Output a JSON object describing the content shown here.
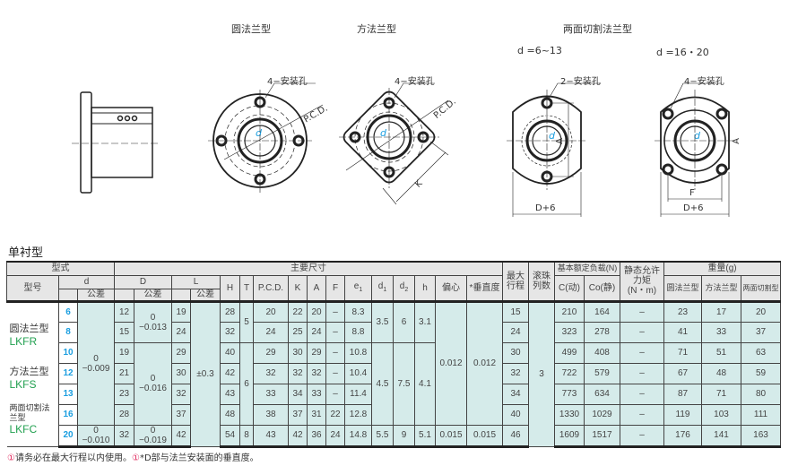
{
  "drawings": {
    "round_title": "圆法兰型",
    "square_title": "方法兰型",
    "cut_title": "两面切割法兰型",
    "cut_small_range": "d =6~13",
    "cut_large_range": "d =16・20",
    "holes4": "4−安装孔",
    "holes2": "2−安装孔",
    "pcd": "P.C.D.",
    "d_sym": "d",
    "k": "K",
    "a": "A",
    "f": "F",
    "d6": "D+6"
  },
  "section_title": "单衬型",
  "header": {
    "type_group": "型式",
    "main_dims": "主要尺寸",
    "model": "型号",
    "d": "d",
    "tol": "公差",
    "D": "D",
    "L": "L",
    "H": "H",
    "T": "T",
    "PCD": "P.C.D.",
    "K": "K",
    "A": "A",
    "F": "F",
    "e1": "e",
    "e1_sub": "1",
    "d1": "d",
    "d1_sub": "1",
    "d2": "d",
    "d2_sub": "2",
    "h": "h",
    "ecc": "偏心",
    "perp": "*垂直度",
    "stroke": "最大行程",
    "balls": "滚珠列数",
    "load": "基本额定负载(N)",
    "C": "C(动)",
    "Co": "Co(静)",
    "moment": "静态允许力矩",
    "moment_unit": "(N・m)",
    "weight": "重量(g)",
    "w_round": "圆法兰型",
    "w_square": "方法兰型",
    "w_cut": "两面切割型"
  },
  "types": [
    {
      "name": "圆法兰型",
      "code": "LKFR"
    },
    {
      "name": "方法兰型",
      "code": "LKFS"
    },
    {
      "name": "两面切割法兰型",
      "code": "LKFC"
    }
  ],
  "rows": [
    {
      "d": "6",
      "D": "12",
      "L": "19",
      "H": "28",
      "PCD": "20",
      "K": "22",
      "A": "20",
      "F": "–",
      "e1": "8.3",
      "stroke": "15",
      "C": "210",
      "Co": "164",
      "moment": "–",
      "w_round": "23",
      "w_square": "17",
      "w_cut": "20"
    },
    {
      "d": "8",
      "D": "15",
      "L": "24",
      "H": "32",
      "PCD": "24",
      "K": "25",
      "A": "24",
      "F": "–",
      "e1": "8.8",
      "stroke": "24",
      "C": "323",
      "Co": "278",
      "moment": "–",
      "w_round": "41",
      "w_square": "33",
      "w_cut": "37"
    },
    {
      "d": "10",
      "D": "19",
      "L": "29",
      "H": "40",
      "PCD": "29",
      "K": "30",
      "A": "29",
      "F": "–",
      "e1": "10.8",
      "stroke": "30",
      "C": "499",
      "Co": "408",
      "moment": "–",
      "w_round": "71",
      "w_square": "51",
      "w_cut": "63"
    },
    {
      "d": "12",
      "D": "21",
      "L": "30",
      "H": "42",
      "PCD": "32",
      "K": "32",
      "A": "32",
      "F": "–",
      "e1": "10.4",
      "stroke": "32",
      "C": "722",
      "Co": "579",
      "moment": "–",
      "w_round": "67",
      "w_square": "48",
      "w_cut": "59"
    },
    {
      "d": "13",
      "D": "23",
      "L": "32",
      "H": "43",
      "PCD": "33",
      "K": "34",
      "A": "33",
      "F": "–",
      "e1": "11.4",
      "stroke": "34",
      "C": "773",
      "Co": "634",
      "moment": "–",
      "w_round": "87",
      "w_square": "71",
      "w_cut": "80"
    },
    {
      "d": "16",
      "D": "28",
      "L": "37",
      "H": "48",
      "PCD": "38",
      "K": "37",
      "A": "31",
      "F": "22",
      "e1": "12.8",
      "stroke": "40",
      "C": "1330",
      "Co": "1029",
      "moment": "–",
      "w_round": "119",
      "w_square": "103",
      "w_cut": "111"
    },
    {
      "d": "20",
      "D": "32",
      "L": "42",
      "H": "54",
      "PCD": "43",
      "K": "42",
      "A": "36",
      "F": "24",
      "e1": "14.8",
      "stroke": "46",
      "C": "1609",
      "Co": "1517",
      "moment": "–",
      "w_round": "176",
      "w_square": "141",
      "w_cut": "163"
    }
  ],
  "groups": {
    "d_tol": [
      {
        "span": 6,
        "v": [
          "0",
          "−0.009"
        ]
      },
      {
        "span": 1,
        "v": [
          "0",
          "−0.010"
        ]
      }
    ],
    "D_tol": [
      {
        "span": 2,
        "v": [
          "0",
          "−0.013"
        ]
      },
      {
        "span": 4,
        "v": [
          "0",
          "−0.016"
        ]
      },
      {
        "span": 1,
        "v": [
          "0",
          "−0.019"
        ]
      }
    ],
    "L_tol": [
      {
        "span": 7,
        "v": [
          "±0.3"
        ]
      }
    ],
    "T": [
      {
        "span": 2,
        "v": [
          "5"
        ]
      },
      {
        "span": 4,
        "v": [
          "6"
        ]
      },
      {
        "span": 1,
        "v": [
          "8"
        ]
      }
    ],
    "d1": [
      {
        "span": 2,
        "v": [
          "3.5"
        ]
      },
      {
        "span": 4,
        "v": [
          "4.5"
        ]
      },
      {
        "span": 1,
        "v": [
          "5.5"
        ]
      }
    ],
    "d2": [
      {
        "span": 2,
        "v": [
          "6"
        ]
      },
      {
        "span": 4,
        "v": [
          "7.5"
        ]
      },
      {
        "span": 1,
        "v": [
          "9"
        ]
      }
    ],
    "h": [
      {
        "span": 2,
        "v": [
          "3.1"
        ]
      },
      {
        "span": 4,
        "v": [
          "4.1"
        ]
      },
      {
        "span": 1,
        "v": [
          "5.1"
        ]
      }
    ],
    "ecc": [
      {
        "span": 6,
        "v": [
          "0.012"
        ]
      },
      {
        "span": 1,
        "v": [
          "0.015"
        ]
      }
    ],
    "perp": [
      {
        "span": 6,
        "v": [
          "0.012"
        ]
      },
      {
        "span": 1,
        "v": [
          "0.015"
        ]
      }
    ],
    "balls": [
      {
        "span": 7,
        "v": [
          "3"
        ]
      }
    ]
  },
  "footer": {
    "mark": "①",
    "note1": "请务必在最大行程以内使用。",
    "note2": "*D部与法兰安装面的垂直度。"
  },
  "colors": {
    "accent_blue": "#1a9ee0",
    "code_green": "#22a050",
    "cell_bg": "#d5ebea",
    "mark_red": "#e0245a"
  }
}
